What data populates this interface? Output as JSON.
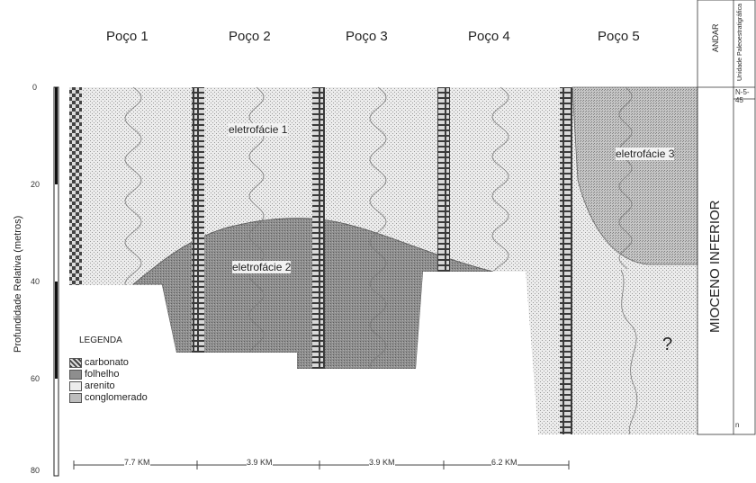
{
  "wells": [
    "Poço 1",
    "Poço 2",
    "Poço 3",
    "Poço 4",
    "Poço 5"
  ],
  "y_axis": {
    "label": "Profundidade Relativa (metros)",
    "ticks": [
      "0",
      "20",
      "40",
      "60",
      "80"
    ]
  },
  "electrofacies": [
    "eletrofácie 1",
    "eletrofácie 2",
    "eletrofácie 3"
  ],
  "question_mark": "?",
  "legend": {
    "title": "LEGENDA",
    "items": [
      {
        "label": "carbonato",
        "pattern": "checker"
      },
      {
        "label": "folhelho",
        "pattern": "dark-stipple"
      },
      {
        "label": "arenito",
        "pattern": "light-stipple"
      },
      {
        "label": "conglomerado",
        "pattern": "medium-stipple"
      }
    ]
  },
  "distances": [
    "7.7 KM",
    "3.9 KM",
    "3.9 KM",
    "6.2 KM"
  ],
  "stratigraphy": {
    "header_andar": "ANDAR",
    "header_unidade": "Unidade Paleoestratigráfica",
    "stage": "MIOCENO INFERIOR",
    "unit_top": "N-5-45",
    "unit_bottom": "n"
  },
  "colors": {
    "light": "#e9e9e9",
    "medium": "#bdbdbd",
    "dark": "#8e8e8e",
    "line": "#333333"
  }
}
